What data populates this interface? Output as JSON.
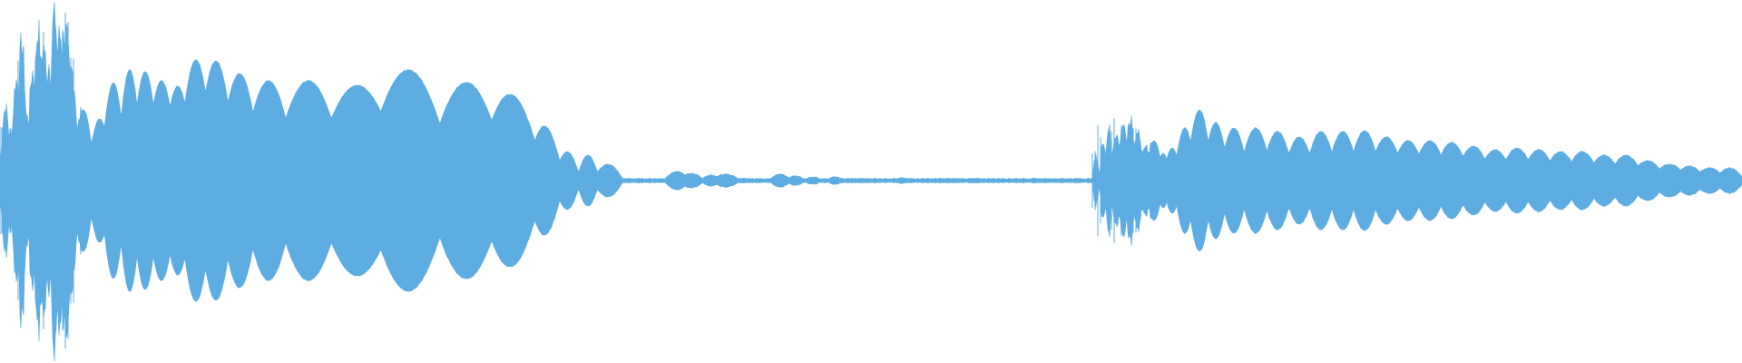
{
  "waveform": {
    "color": "#5DADE2",
    "background": "#ffffff",
    "channel": "mono",
    "segments": [
      {
        "kind": "decaying-beats",
        "start": 0.0,
        "end": 0.39
      },
      {
        "kind": "near-silence",
        "start": 0.39,
        "end": 0.63
      },
      {
        "kind": "beats",
        "start": 0.63,
        "end": 1.0
      }
    ]
  }
}
